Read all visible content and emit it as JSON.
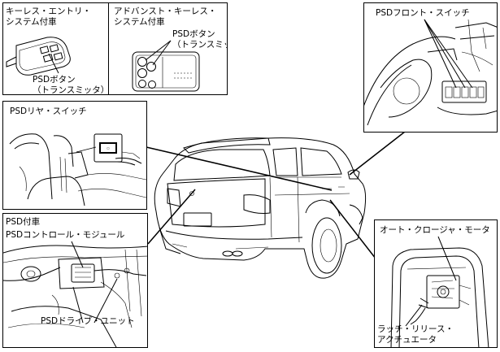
{
  "labels": {
    "keyless_title": "キーレス・エントリ・\nシステム付車",
    "keyless_button": "PSDボタン\n（トランスミッタ）",
    "advanced_title": "アドバンスト・キーレス・\nシステム付車",
    "advanced_button": "PSDボタン\n（トランスミッタ）",
    "front_switch": "PSDフロント・スイッチ",
    "rear_switch": "PSDリヤ・スイッチ",
    "psd_equipped": "PSD付車",
    "control_module": "PSDコントロール・モジュール",
    "drive_unit": "PSDドライブ・ユニット",
    "closure_motor": "オート・クロージャ・モータ",
    "latch_actuator": "ラッチ・リリース・\nアクチュエータ"
  },
  "colors": {
    "line": "#000000",
    "background": "#ffffff"
  }
}
